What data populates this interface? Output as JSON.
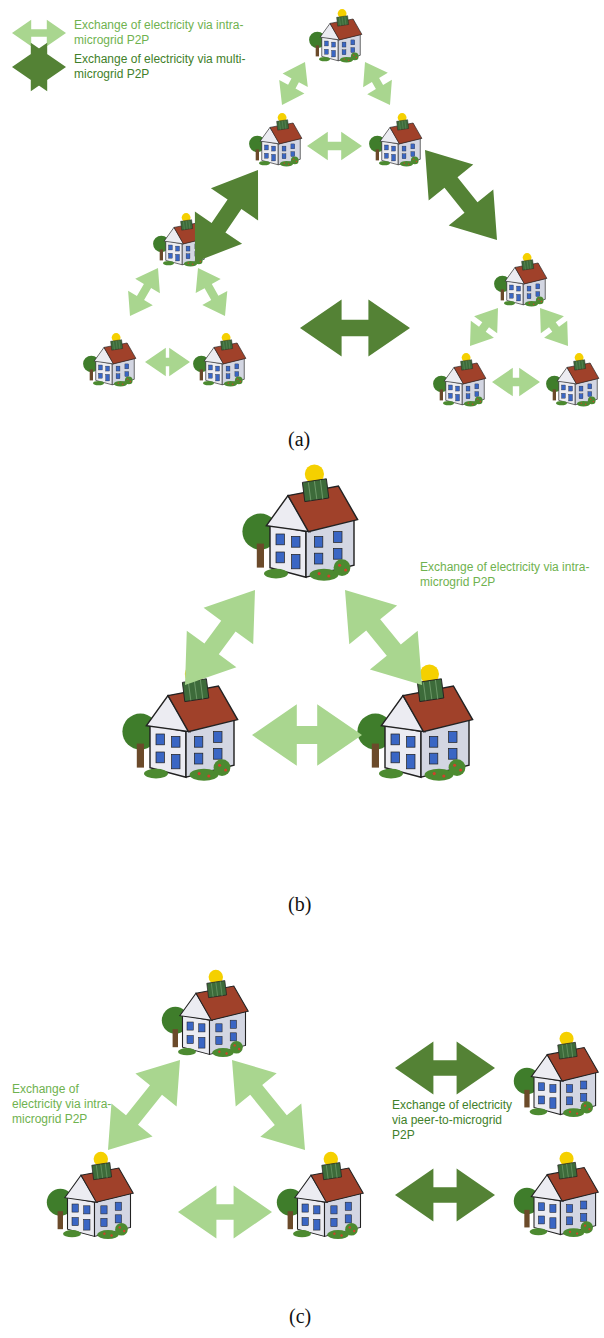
{
  "diagram": {
    "labels": [
      "(a)",
      "Exchange of electricity via intra-microgrid P2P",
      "(b)",
      "Exchange of electricity via intra-microgrid P2P",
      "Exchange of electricity via peer-to-microgrid P2P",
      "(c)"
    ],
    "legend": [
      {
        "text": "Exchange of electricity via intra-microgrid P2P"
      },
      {
        "text": "Exchange of electricity via multi-microgrid P2P"
      }
    ]
  }
}
